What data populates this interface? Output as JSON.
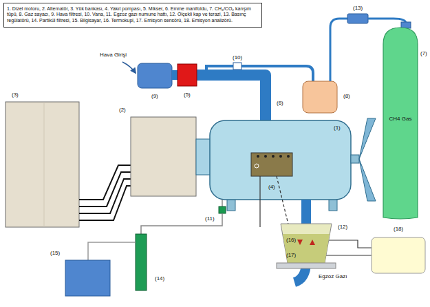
{
  "diagram": {
    "nodes": [
      {
        "text": [
          "1. Dizel motoru, 2. Alternatör, 3. Yük bankası, 4. Yakıt pompası, 5. Mikser, 6. Emme manifoldu, 7. CH₄/CO₂ karışım tüpü, 8. Gaz sayacı, 9. Hava filtresi, 10. Vana, 11. Egzoz gazı numune hattı, 12. Ölçekli kap ve terazi, 13. Basınç regülatörü, 14. Partikül filtresi, 15. Bilgisayar, 16. Termokupl, 17. Emisyon sensörü, 18. Emisyon analizörü."
        ]
      },
      {
        "text": [
          "CH4 Gas"
        ]
      }
    ],
    "labels": [
      "Hava Girişi",
      "(1)",
      "(2)",
      "(3)",
      "(4)",
      "(5)",
      "(6)",
      "(7)",
      "(8)",
      "(9)",
      "(10)",
      "(11)",
      "(12)",
      "(13)",
      "(14)",
      "(15)",
      "(16)",
      "(17)",
      "(18)",
      "Egzoz Gazı"
    ]
  }
}
